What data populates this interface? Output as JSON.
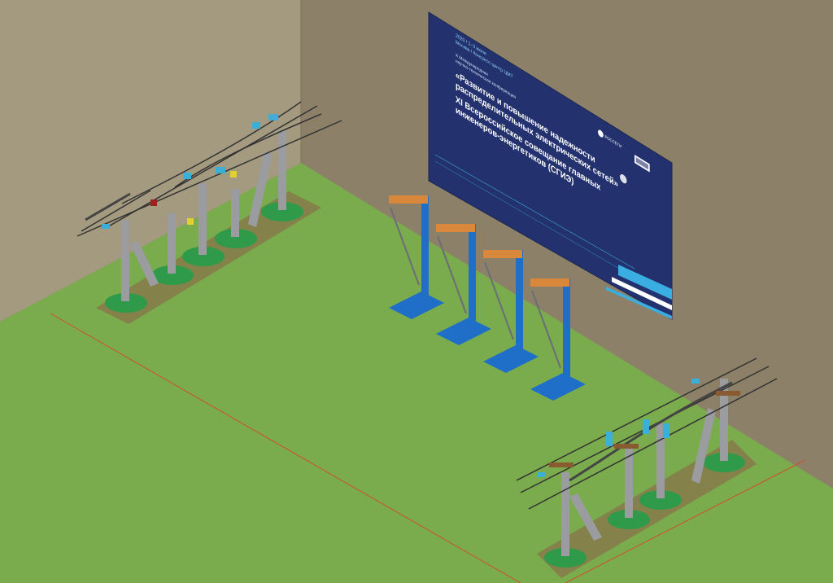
{
  "colors": {
    "wall_left": "#a49a80",
    "wall_right": "#8c8068",
    "floor": "#7aab4c",
    "screen": "#23326e",
    "accent": "#3aaee0",
    "pole": "#9a9ca0",
    "stand": "#1f6fc9",
    "base": "#2e9a4a",
    "fuse": "#d9873a",
    "insulator": "#3ab0d8"
  },
  "screen": {
    "date_line": "2020 / 1–3 июня",
    "venue_line": "Москва / Конгресс-центр ЦМТ",
    "conf_line1": "X Международная",
    "conf_line2": "научно-техническая конференция",
    "title_line1": "«Развитие и повышение надежности",
    "title_line2": "распределительных электрических сетей»",
    "meeting_line1": "XI Всероссийское совещание главных",
    "meeting_line2": "инженеров-энергетиков (СГИЭ)",
    "logo_rosseti": "РОССЕТИ"
  }
}
